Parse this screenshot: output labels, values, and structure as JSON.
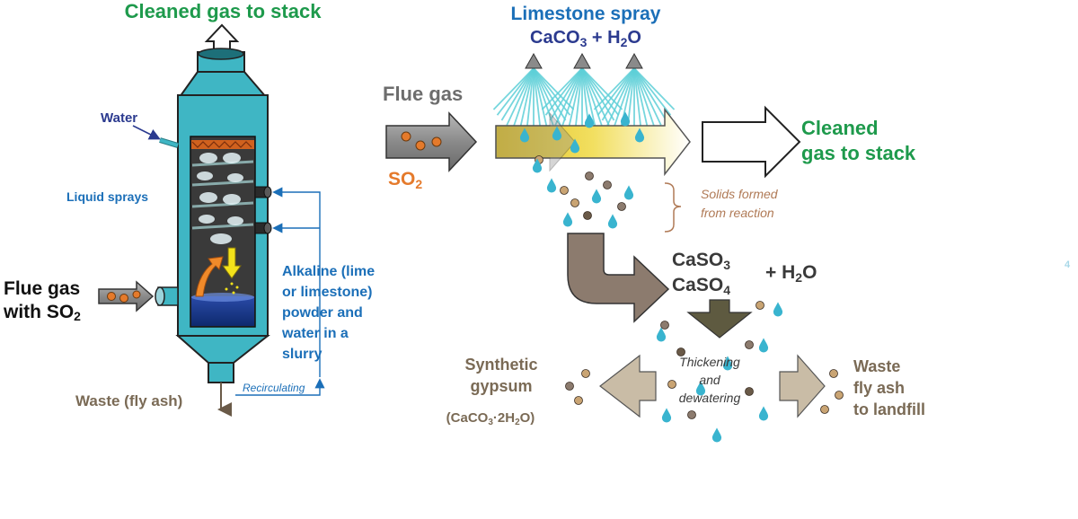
{
  "left": {
    "top_label": "Cleaned gas to stack",
    "water_label": "Water",
    "sprays_label": "Liquid sprays",
    "flue_line1": "Flue gas",
    "flue_line2_prefix": "with SO",
    "flue_line2_sub": "2",
    "alkaline_lines": [
      "Alkaline (lime",
      "or limestone)",
      "powder and",
      "water in a",
      "slurry"
    ],
    "waste_label": "Waste (fly ash)",
    "recirc_label": "Recirculating"
  },
  "right": {
    "spray_title": "Limestone spray",
    "spray_formula": [
      "CaCO",
      "3",
      " + H",
      "2",
      "O"
    ],
    "flue_gas": "Flue gas",
    "so2": [
      "SO",
      "2"
    ],
    "cleaned_lines": [
      "Cleaned",
      "gas to stack"
    ],
    "solids_lines": [
      "Solids formed",
      "from reaction"
    ],
    "caso3": [
      "CaSO",
      "3"
    ],
    "caso4": [
      "CaSO",
      "4"
    ],
    "h2o": [
      "+ H",
      "2",
      "O"
    ],
    "thick_lines": [
      "Thickening",
      "and",
      "dewatering"
    ],
    "gypsum_lines": [
      "Synthetic",
      "gypsum"
    ],
    "gypsum_formula": [
      "(CaCO",
      "3",
      "·2H",
      "2",
      "O)"
    ],
    "waste_lines": [
      "Waste",
      "fly ash",
      "to landfill"
    ],
    "page_number": "4"
  },
  "colors": {
    "green": "#1e9a4c",
    "blue_text": "#1b6fb8",
    "navy": "#2b3a8f",
    "teal": "#3fb6c4",
    "brown_text": "#7a6a55",
    "orange": "#e57a2b",
    "gray_text": "#6d6d6d",
    "dark_text": "#3a3a3a",
    "solids_text": "#b07a56"
  }
}
